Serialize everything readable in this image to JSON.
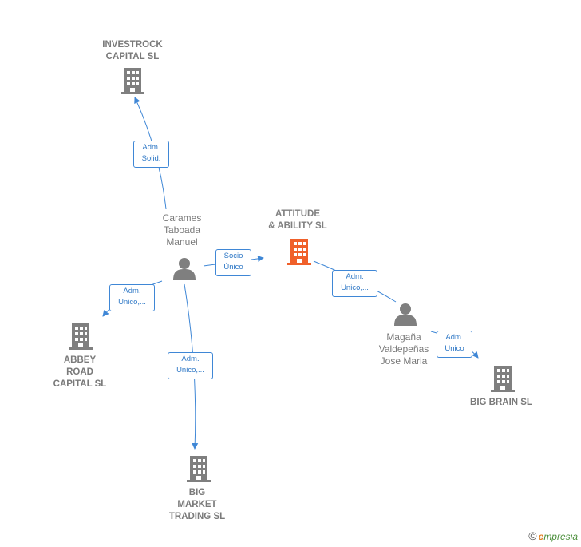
{
  "colors": {
    "edge": "#3f87d6",
    "node": "#7f7f7f",
    "focus": "#f0602a"
  },
  "nodes": {
    "investrock": {
      "label": "INVESTROCK\nCAPITAL  SL",
      "icon": "building-icon"
    },
    "attitude": {
      "label": "ATTITUDE\n& ABILITY  SL",
      "icon": "building-icon"
    },
    "carames": {
      "label": "Carames\nTaboada\nManuel",
      "icon": "person-icon"
    },
    "abbey": {
      "label": "ABBEY\nROAD\nCAPITAL  SL",
      "icon": "building-icon"
    },
    "magana": {
      "label": "Magaña\nValdepeñas\nJose Maria",
      "icon": "person-icon"
    },
    "bigbrain": {
      "label": "BIG BRAIN  SL",
      "icon": "building-icon"
    },
    "bigmarket": {
      "label": "BIG\nMARKET\nTRADING  SL",
      "icon": "building-icon"
    }
  },
  "edges": {
    "carames_investrock": "Adm.\nSolid.",
    "carames_attitude": "Socio\nÚnico",
    "carames_abbey": "Adm.\nUnico,...",
    "carames_bigmarket": "Adm.\nUnico,...",
    "attitude_magana": "Adm.\nUnico,...",
    "magana_bigbrain": "Adm.\nUnico"
  },
  "footer": {
    "copyright": "©",
    "brand_initial": "e",
    "brand_rest": "mpresia"
  }
}
